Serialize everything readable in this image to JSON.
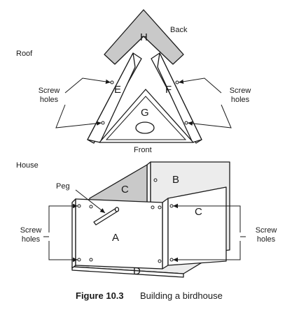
{
  "labels": {
    "back": "Back",
    "roof": "Roof",
    "front": "Front",
    "house": "House",
    "peg": "Peg",
    "screw_holes": "Screw holes"
  },
  "pieces": {
    "h": "H",
    "e": "E",
    "f": "F",
    "g": "G",
    "a": "A",
    "b": "B",
    "c_left": "C",
    "c_right": "C",
    "d": "D"
  },
  "caption": {
    "number": "Figure 10.3",
    "text": "Building a birdhouse"
  },
  "colors": {
    "ink": "#1a1a1a",
    "panel_fill": "#ffffff",
    "shaded_fill": "#c9c9c9",
    "light_fill": "#ececec"
  }
}
